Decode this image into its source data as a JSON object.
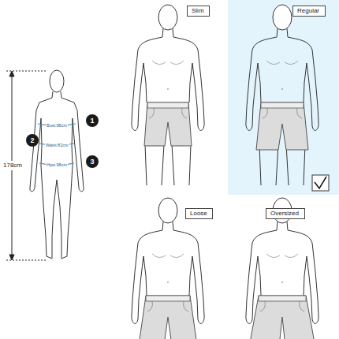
{
  "diagram": {
    "nodes": [
      {
        "text": [
          "Slim"
        ]
      },
      {
        "text": [
          "Regular"
        ]
      },
      {
        "text": [
          "1"
        ]
      },
      {
        "text": [
          "2"
        ]
      },
      {
        "text": [
          "3"
        ]
      },
      {
        "text": [
          "Loose"
        ]
      },
      {
        "text": [
          "Oversized"
        ]
      }
    ],
    "labels": [
      "178cm",
      "Bust:98cm",
      "Waist:82cm",
      "Hips:98cm"
    ]
  }
}
